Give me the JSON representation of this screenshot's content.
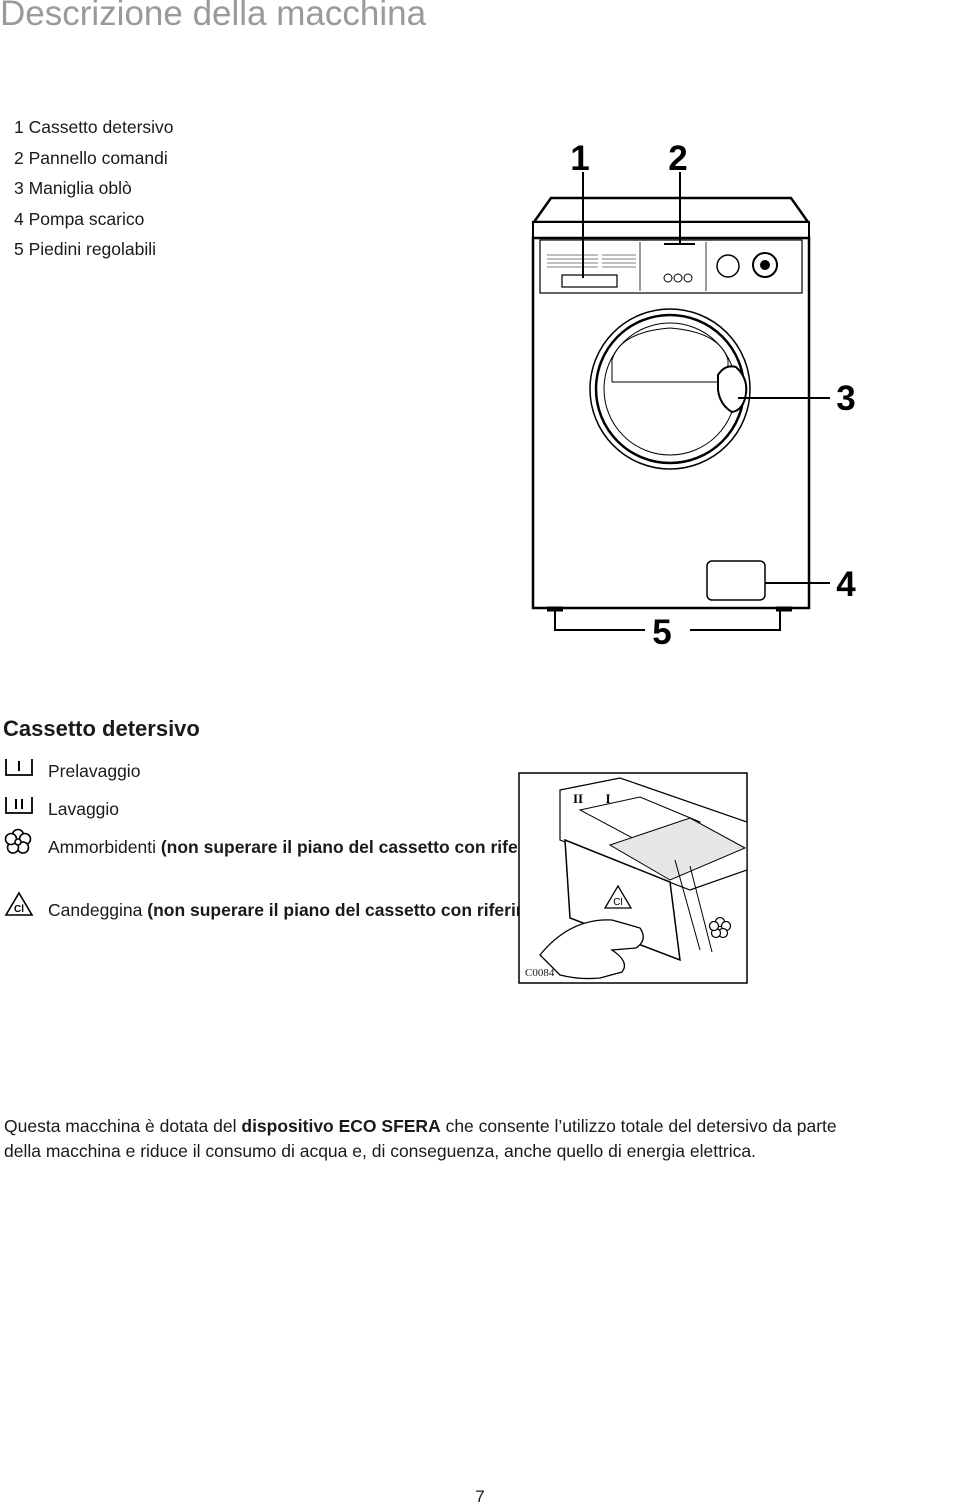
{
  "page": {
    "title": "Descrizione della macchina",
    "page_number": "7"
  },
  "parts": [
    "1 Cassetto detersivo",
    "2 Pannello comandi",
    "3 Maniglia oblò",
    "4 Pompa scarico",
    "5 Piedini regolabili"
  ],
  "machine_figure": {
    "callouts": [
      "1",
      "2",
      "3",
      "4",
      "5"
    ]
  },
  "drawer_section": {
    "title": "Cassetto detersivo",
    "items": [
      {
        "icon": "prewash-compartment-icon",
        "text": "Prelavaggio",
        "bold": ""
      },
      {
        "icon": "wash-compartment-icon",
        "text": "Lavaggio",
        "bold": ""
      },
      {
        "icon": "softener-flower-icon",
        "text": "Ammorbidenti ",
        "bold": "(non superare il piano del cassetto con  riferimento «MAX»)"
      },
      {
        "icon": "bleach-triangle-icon",
        "text": "Candeggina ",
        "bold": "(non superare il piano del cassetto con riferimento «MAX»)"
      }
    ],
    "figure_code": "C0084",
    "figure_labels": {
      "wash": "II",
      "prewash": "I",
      "bleach": "Cl"
    }
  },
  "description": {
    "before": "Questa macchina è dotata del ",
    "bold": "dispositivo ECO SFERA",
    "after_line1": " che consente l’utilizzo totale del detersivo da parte",
    "line2": "della macchina e riduce il consumo di acqua e, di conseguenza, anche quello di energia elettrica."
  }
}
